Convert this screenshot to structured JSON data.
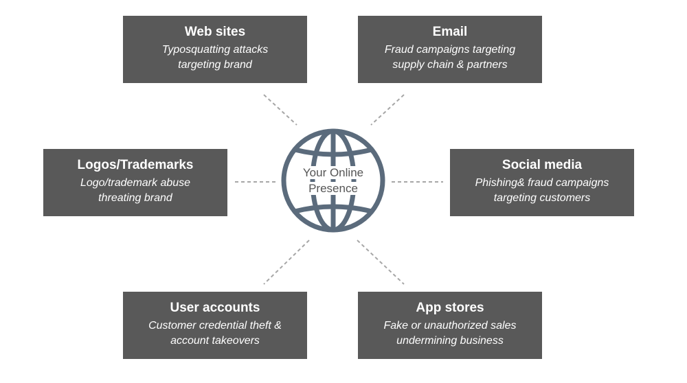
{
  "center": {
    "line1": "Your Online",
    "line2": "Presence",
    "icon": "globe-icon"
  },
  "colors": {
    "box_bg": "#595959",
    "box_text": "#ffffff",
    "globe_stroke": "#5b6b7c",
    "connector": "#a6a6a6"
  },
  "nodes": {
    "web": {
      "title": "Web sites",
      "line1": "Typosquatting attacks",
      "line2": "targeting brand"
    },
    "email": {
      "title": "Email",
      "line1": "Fraud campaigns targeting",
      "line2": "supply chain & partners"
    },
    "logos": {
      "title": "Logos/Trademarks",
      "line1": "Logo/trademark abuse",
      "line2": "threating brand"
    },
    "social": {
      "title": "Social media",
      "line1": "Phishing& fraud campaigns",
      "line2": "targeting customers"
    },
    "users": {
      "title": "User accounts",
      "line1": "Customer credential theft &",
      "line2": "account takeovers"
    },
    "apps": {
      "title": "App stores",
      "line1": "Fake or unauthorized sales",
      "line2": "undermining business"
    }
  }
}
